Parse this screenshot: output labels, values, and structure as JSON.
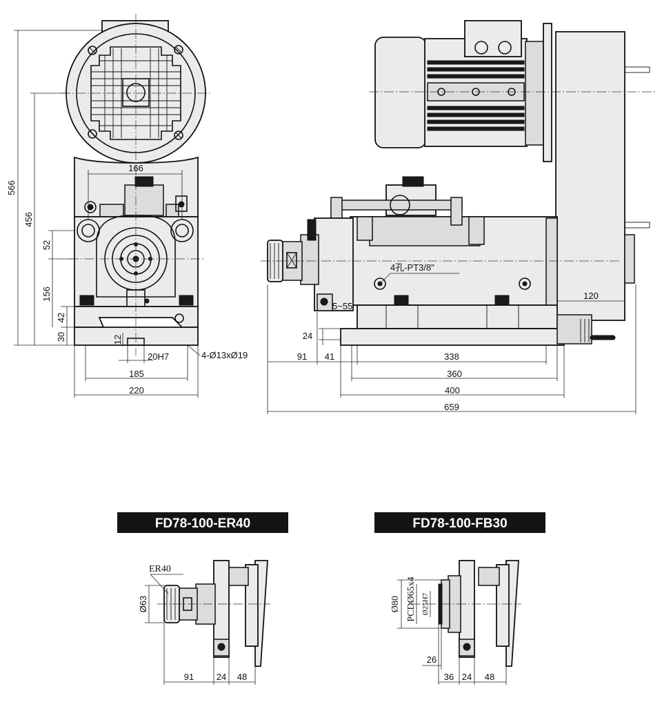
{
  "models": {
    "er40": "FD78-100-ER40",
    "fb30": "FD78-100-FB30"
  },
  "front": {
    "d566": "566",
    "d456": "456",
    "d52": "52",
    "d156": "156",
    "d42": "42",
    "d30": "30",
    "d12": "12",
    "d166": "166",
    "d20h7": "20H7",
    "d185": "185",
    "d220": "220",
    "holes": "4-Ø13xØ19"
  },
  "side": {
    "port": "4孔-PT3/8\"",
    "stroke": "5~55",
    "d24": "24",
    "d91": "91",
    "d41": "41",
    "d338": "338",
    "d360": "360",
    "d400": "400",
    "d659": "659",
    "d120": "120"
  },
  "er40": {
    "collet": "ER40",
    "dia": "Ø63",
    "d91": "91",
    "d24": "24",
    "d48": "48"
  },
  "fb30": {
    "dia80": "Ø80",
    "pcd": "PCDØ65x4",
    "dia25": "Ø25H7",
    "d26": "26",
    "d36": "36",
    "d24": "24",
    "d48": "48"
  }
}
